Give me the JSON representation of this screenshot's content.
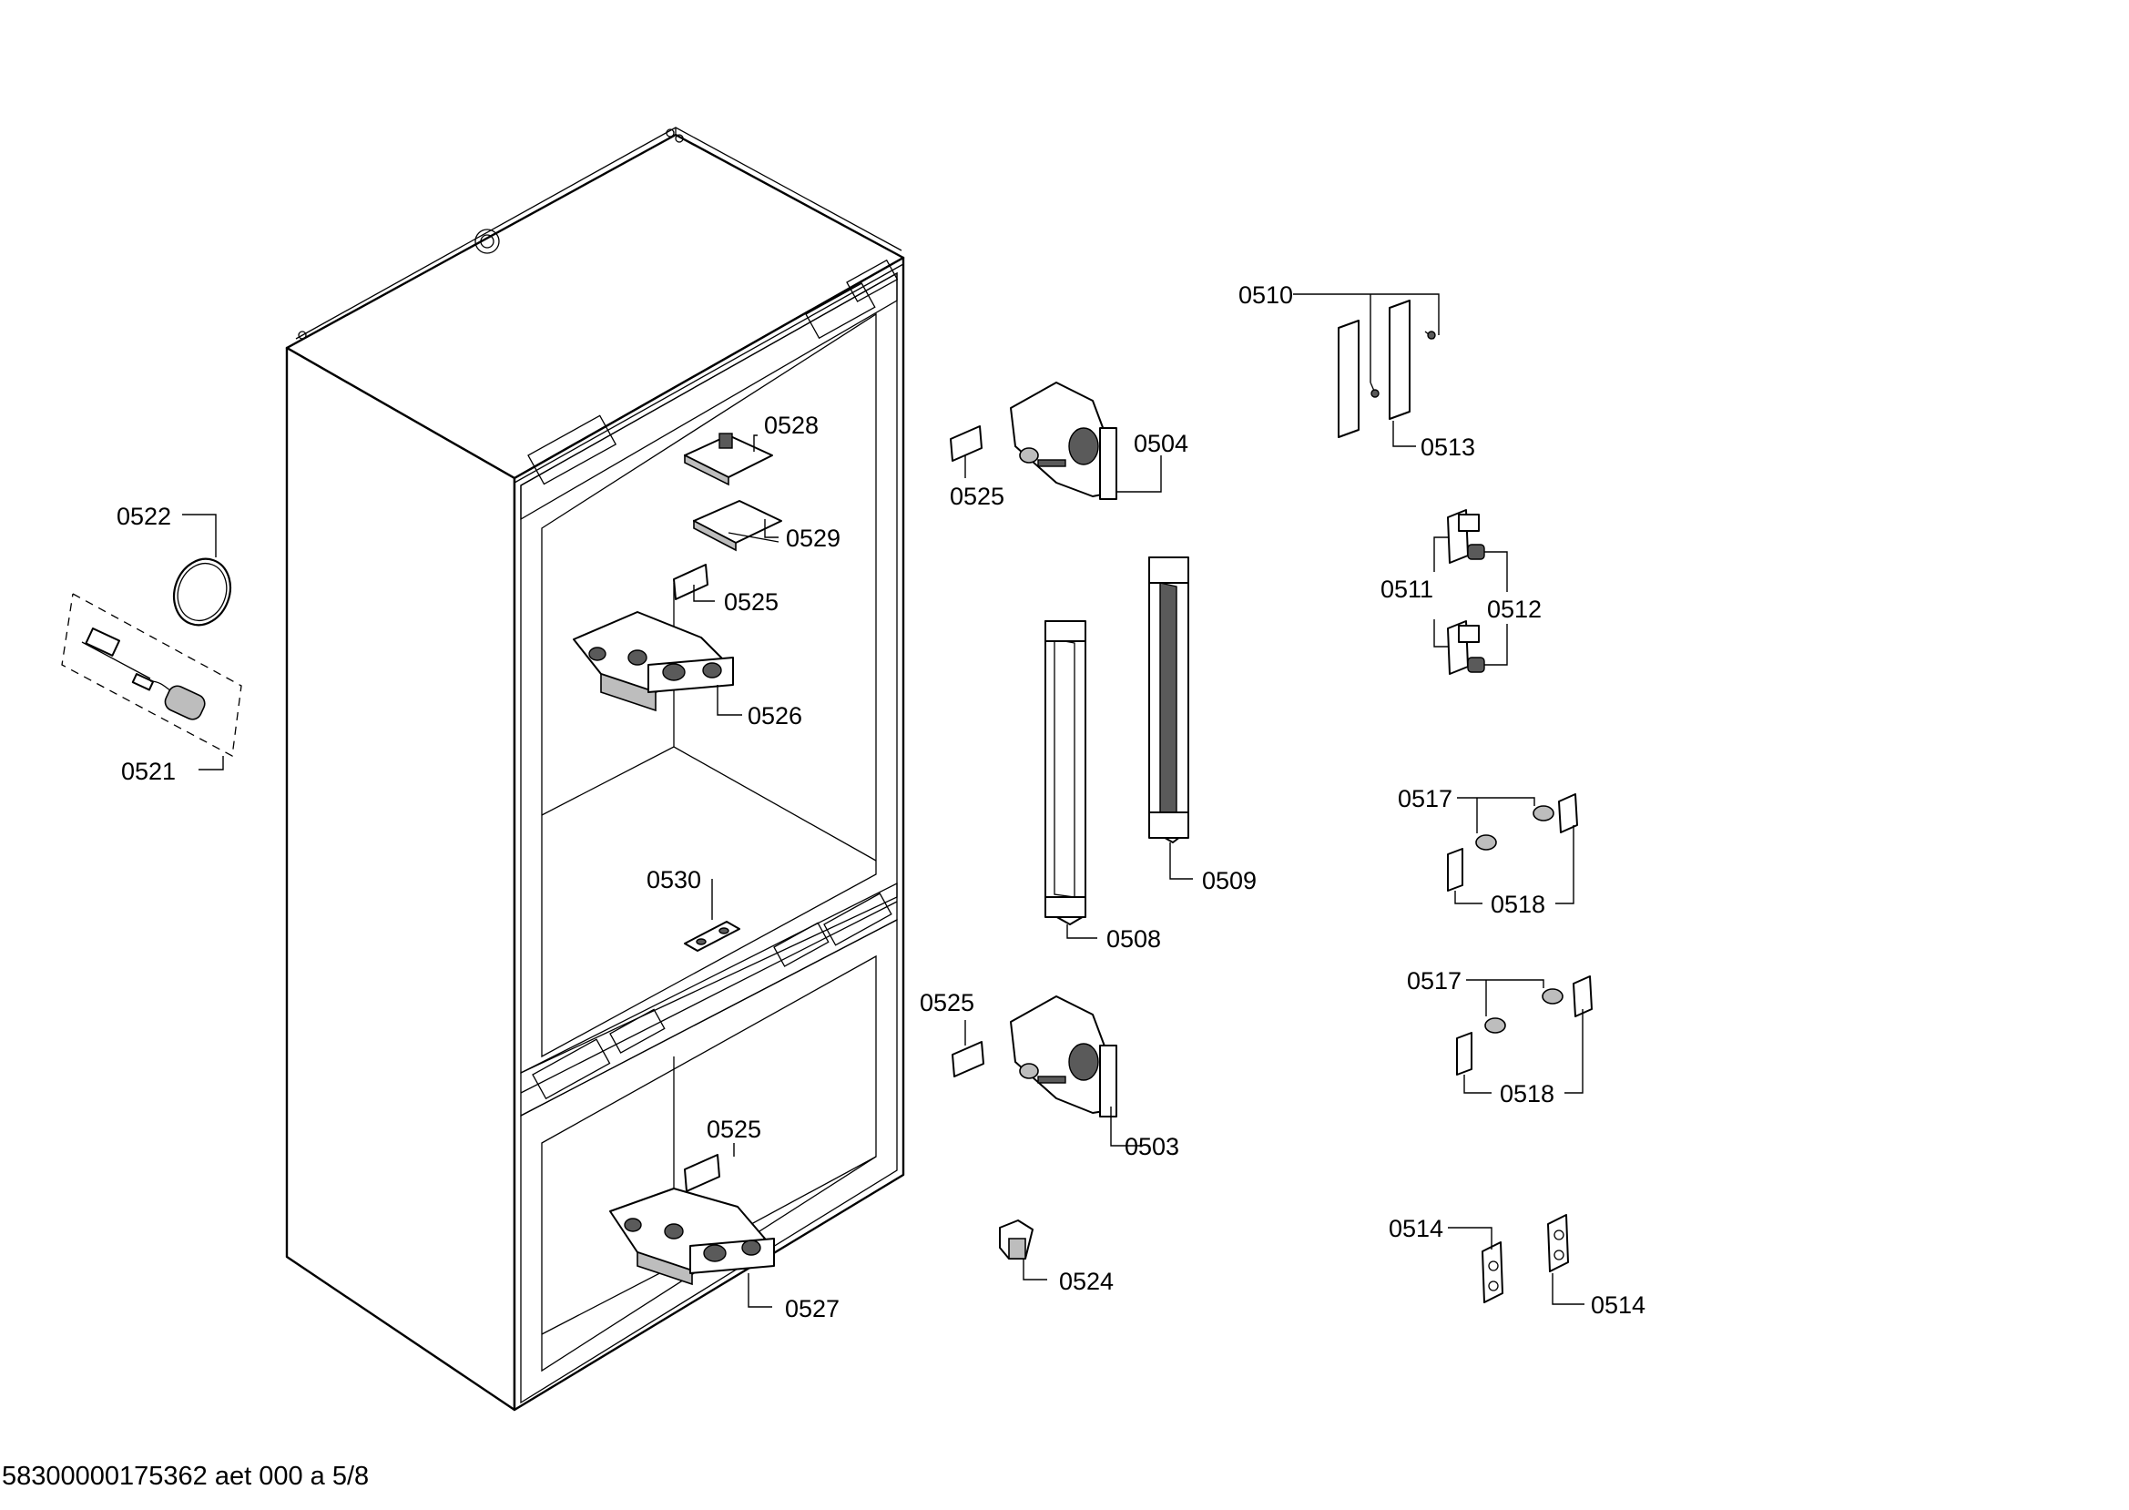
{
  "diagram": {
    "callouts": [
      {
        "id": "c0510",
        "text": "0510"
      },
      {
        "id": "c0513",
        "text": "0513"
      },
      {
        "id": "c0528",
        "text": "0528"
      },
      {
        "id": "c0504",
        "text": "0504"
      },
      {
        "id": "c0525a",
        "text": "0525"
      },
      {
        "id": "c0529",
        "text": "0529"
      },
      {
        "id": "c0522",
        "text": "0522"
      },
      {
        "id": "c0525b",
        "text": "0525"
      },
      {
        "id": "c0511",
        "text": "0511"
      },
      {
        "id": "c0512",
        "text": "0512"
      },
      {
        "id": "c0526",
        "text": "0526"
      },
      {
        "id": "c0521",
        "text": "0521"
      },
      {
        "id": "c0517a",
        "text": "0517"
      },
      {
        "id": "c0509",
        "text": "0509"
      },
      {
        "id": "c0530",
        "text": "0530"
      },
      {
        "id": "c0518a",
        "text": "0518"
      },
      {
        "id": "c0508",
        "text": "0508"
      },
      {
        "id": "c0517b",
        "text": "0517"
      },
      {
        "id": "c0525c",
        "text": "0525"
      },
      {
        "id": "c0518b",
        "text": "0518"
      },
      {
        "id": "c0525d",
        "text": "0525"
      },
      {
        "id": "c0503",
        "text": "0503"
      },
      {
        "id": "c0514a",
        "text": "0514"
      },
      {
        "id": "c0524",
        "text": "0524"
      },
      {
        "id": "c0514b",
        "text": "0514"
      },
      {
        "id": "c0527",
        "text": "0527"
      }
    ]
  },
  "footer": {
    "text": "58300000175362 aet 000 a 5/8"
  }
}
